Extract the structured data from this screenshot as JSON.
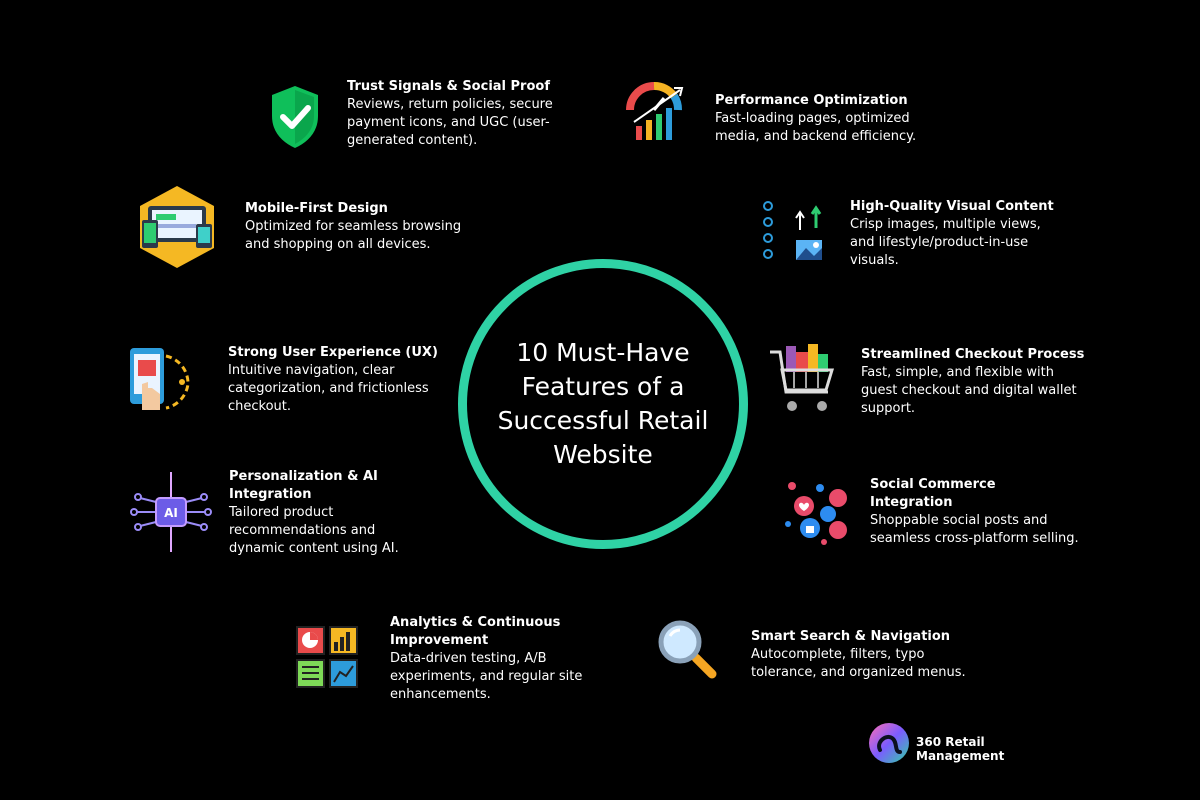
{
  "center_title": "10 Must-Have Features of a Successful Retail Website",
  "features": [
    {
      "title": "Trust Signals & Social Proof",
      "description": "Reviews, return policies, secure payment icons, and UGC (user-generated content).",
      "icon": "shield-check-icon"
    },
    {
      "title": "Performance Optimization",
      "description": "Fast-loading pages, optimized media, and backend efficiency.",
      "icon": "speed-gauge-icon"
    },
    {
      "title": "Mobile-First Design",
      "description": "Optimized for seamless browsing and shopping on all devices.",
      "icon": "devices-icon"
    },
    {
      "title": "High-Quality Visual Content",
      "description": "Crisp images, multiple views, and lifestyle/product-in-use visuals.",
      "icon": "image-checklist-icon"
    },
    {
      "title": "Strong User Experience (UX)",
      "description": "Intuitive navigation, clear categorization, and frictionless checkout.",
      "icon": "touch-phone-icon"
    },
    {
      "title": "Streamlined Checkout Process",
      "description": "Fast, simple, and flexible with guest checkout and digital wallet support.",
      "icon": "shopping-cart-icon"
    },
    {
      "title": "Personalization & AI Integration",
      "description": "Tailored product recommendations and dynamic content using AI.",
      "icon": "ai-chip-icon"
    },
    {
      "title": "Social Commerce Integration",
      "description": "Shoppable social posts and seamless cross-platform selling.",
      "icon": "social-likes-icon"
    },
    {
      "title": "Analytics & Continuous Improvement",
      "description": "Data-driven testing, A/B experiments, and regular site enhancements.",
      "icon": "analytics-dashboard-icon"
    },
    {
      "title": "Smart Search & Navigation",
      "description": "Autocomplete, filters, typo tolerance, and organized menus.",
      "icon": "magnifier-icon"
    }
  ],
  "brand": {
    "name": "360 Retail Management",
    "icon": "brand-logo-icon"
  },
  "colors": {
    "background": "#000000",
    "accent_ring": "#2fd2a5",
    "text": "#ffffff"
  }
}
